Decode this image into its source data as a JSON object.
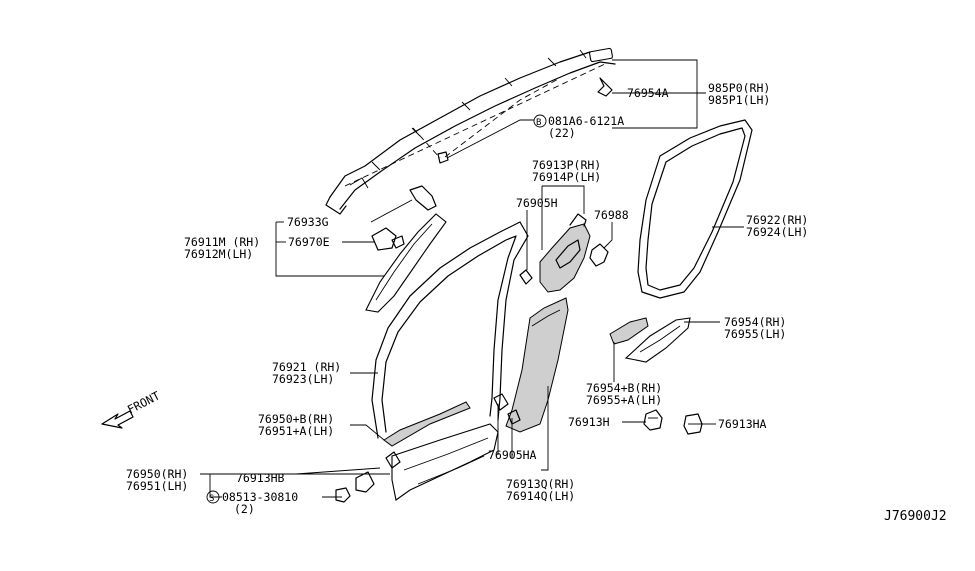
{
  "diagram_id": "J76900J2",
  "front_label": "FRONT",
  "labels": {
    "p985P0": "985P0(RH)",
    "p985P1": "985P1(LH)",
    "p76954A": "76954A",
    "bolt": "081A6-6121A",
    "bolt_qty": "(22)",
    "bolt_symbol": "B",
    "p76913P": "76913P(RH)",
    "p76914P": "76914P(LH)",
    "p76905H": "76905H",
    "p76988": "76988",
    "p76922": "76922(RH)",
    "p76924": "76924(LH)",
    "p76933G": "76933G",
    "p76911M": "76911M (RH)",
    "p76912M": "76912M(LH)",
    "p76970E": "76970E",
    "p76921": "76921 (RH)",
    "p76923": "76923(LH)",
    "p76954": "76954(RH)",
    "p76955": "76955(LH)",
    "p76954B": "76954+B(RH)",
    "p76955A": "76955+A(LH)",
    "p76913H": "76913H",
    "p76913HA": "76913HA",
    "p76950B": "76950+B(RH)",
    "p76951A": "76951+A(LH)",
    "p76950": "76950(RH)",
    "p76951": "76951(LH)",
    "p76913HB": "76913HB",
    "screw": "08513-30810",
    "screw_qty": "(2)",
    "screw_symbol": "S",
    "p76905HA": "76905HA",
    "p76913Q": "76913Q(RH)",
    "p76914Q": "76914Q(LH)"
  }
}
